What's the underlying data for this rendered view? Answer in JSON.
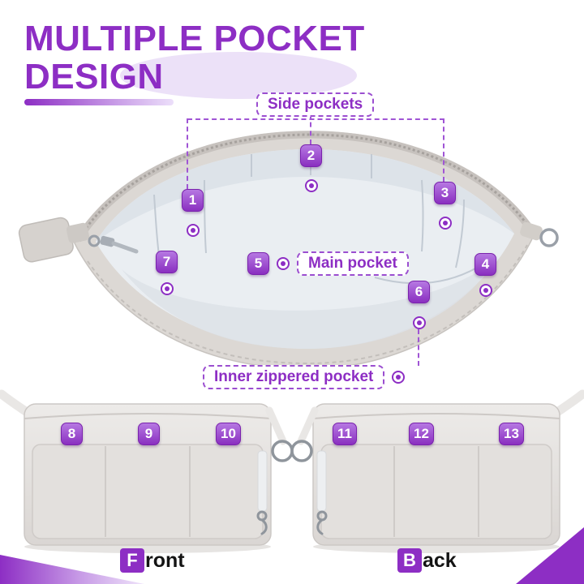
{
  "title": {
    "line1": "MULTIPLE POCKET",
    "line2": "DESIGN"
  },
  "annotations": {
    "side_pockets_label": "Side pockets",
    "main_pocket_label": "Main pocket",
    "inner_zippered_pocket_label": "Inner zippered pocket"
  },
  "callouts": {
    "badges": [
      {
        "n": "1"
      },
      {
        "n": "2"
      },
      {
        "n": "3"
      },
      {
        "n": "4"
      },
      {
        "n": "5"
      },
      {
        "n": "6"
      },
      {
        "n": "7"
      },
      {
        "n": "8"
      },
      {
        "n": "9"
      },
      {
        "n": "10"
      },
      {
        "n": "11"
      },
      {
        "n": "12"
      },
      {
        "n": "13"
      }
    ]
  },
  "views": {
    "front": {
      "initial": "F",
      "rest": "ront"
    },
    "back": {
      "initial": "B",
      "rest": "ack"
    }
  },
  "colors": {
    "accent": "#8d2ec4",
    "accent_light": "#ece1f8",
    "badge_gradient_top": "#b678e2",
    "badge_gradient_bottom": "#8a2fc0",
    "bag_fabric": "#dcd8d4",
    "bag_lining": "#eaeef2"
  }
}
